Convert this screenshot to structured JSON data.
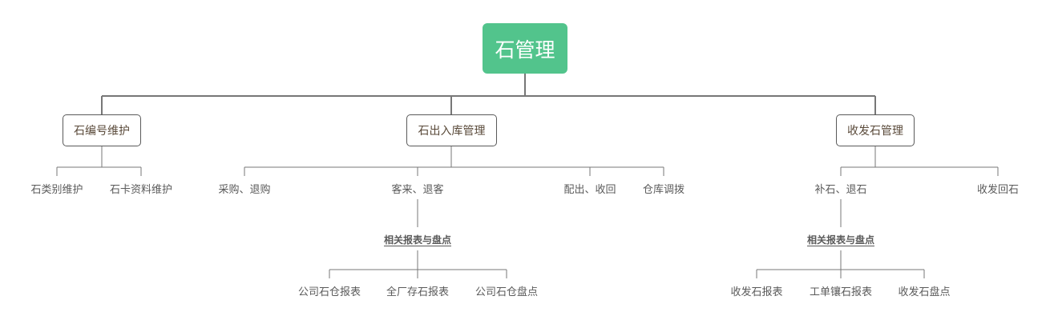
{
  "root": "石管理",
  "branches": [
    {
      "label": "石编号维护",
      "children": [
        "石类别维护",
        "石卡资料维护"
      ]
    },
    {
      "label": "石出入库管理",
      "children": [
        "采购、退购",
        "客来、退客",
        "配出、收回",
        "仓库调拨"
      ],
      "report_group": {
        "label": "相关报表与盘点",
        "items": [
          "公司石仓报表",
          "全厂存石报表",
          "公司石仓盘点"
        ]
      }
    },
    {
      "label": "收发石管理",
      "children": [
        "补石、退石",
        "收发回石"
      ],
      "report_group": {
        "label": "相关报表与盘点",
        "items": [
          "收发石报表",
          "工单镶石报表",
          "收发石盘点"
        ]
      }
    }
  ],
  "colors": {
    "root_fill": "#52c48c",
    "root_text": "#ffffff",
    "line": "#777777",
    "text": "#5a5a5a"
  }
}
